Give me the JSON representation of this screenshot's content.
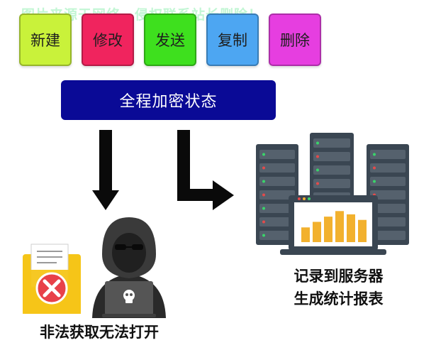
{
  "watermark": "图片来源于网络，侵权联系站长删除！",
  "buttons": [
    {
      "label": "新建",
      "color": "#c9f23a"
    },
    {
      "label": "修改",
      "color": "#f0245e"
    },
    {
      "label": "发送",
      "color": "#3ee01e"
    },
    {
      "label": "复制",
      "color": "#4da6f2"
    },
    {
      "label": "删除",
      "color": "#e63ee0"
    }
  ],
  "banner": {
    "label": "全程加密状态",
    "color": "#0a0a96"
  },
  "server_caption": {
    "line1": "记录到服务器",
    "line2": "生成统计报表"
  },
  "hacker_caption": "非法获取无法打开",
  "colors": {
    "arrow": "#0a0a0a",
    "server_body": "#3a4652",
    "server_slot": "#55616d",
    "led_green": "#3ad46a",
    "led_red": "#e34b4b",
    "laptop_frame": "#3a4652",
    "screen": "#ffffff",
    "bar": "#f2b12e",
    "folder": "#f5c518",
    "error_red": "#e8414a",
    "hacker_dark": "#2a2a2a"
  },
  "chart_bars": [
    0.45,
    0.62,
    0.78,
    0.95,
    0.85,
    0.68
  ]
}
